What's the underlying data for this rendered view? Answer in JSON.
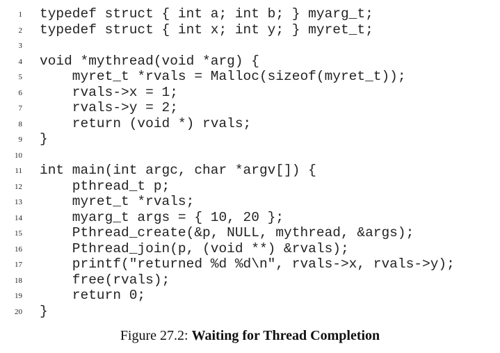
{
  "code": {
    "lines": [
      {
        "num": "1",
        "text": "typedef struct { int a; int b; } myarg_t;"
      },
      {
        "num": "2",
        "text": "typedef struct { int x; int y; } myret_t;"
      },
      {
        "num": "3",
        "text": ""
      },
      {
        "num": "4",
        "text": "void *mythread(void *arg) {"
      },
      {
        "num": "5",
        "text": "    myret_t *rvals = Malloc(sizeof(myret_t));"
      },
      {
        "num": "6",
        "text": "    rvals->x = 1;"
      },
      {
        "num": "7",
        "text": "    rvals->y = 2;"
      },
      {
        "num": "8",
        "text": "    return (void *) rvals;"
      },
      {
        "num": "9",
        "text": "}"
      },
      {
        "num": "10",
        "text": ""
      },
      {
        "num": "11",
        "text": "int main(int argc, char *argv[]) {"
      },
      {
        "num": "12",
        "text": "    pthread_t p;"
      },
      {
        "num": "13",
        "text": "    myret_t *rvals;"
      },
      {
        "num": "14",
        "text": "    myarg_t args = { 10, 20 };"
      },
      {
        "num": "15",
        "text": "    Pthread_create(&p, NULL, mythread, &args);"
      },
      {
        "num": "16",
        "text": "    Pthread_join(p, (void **) &rvals);"
      },
      {
        "num": "17",
        "text": "    printf(\"returned %d %d\\n\", rvals->x, rvals->y);"
      },
      {
        "num": "18",
        "text": "    free(rvals);"
      },
      {
        "num": "19",
        "text": "    return 0;"
      },
      {
        "num": "20",
        "text": "}"
      }
    ]
  },
  "caption": {
    "label": "Figure 27.2: ",
    "title": "Waiting for Thread Completion"
  }
}
